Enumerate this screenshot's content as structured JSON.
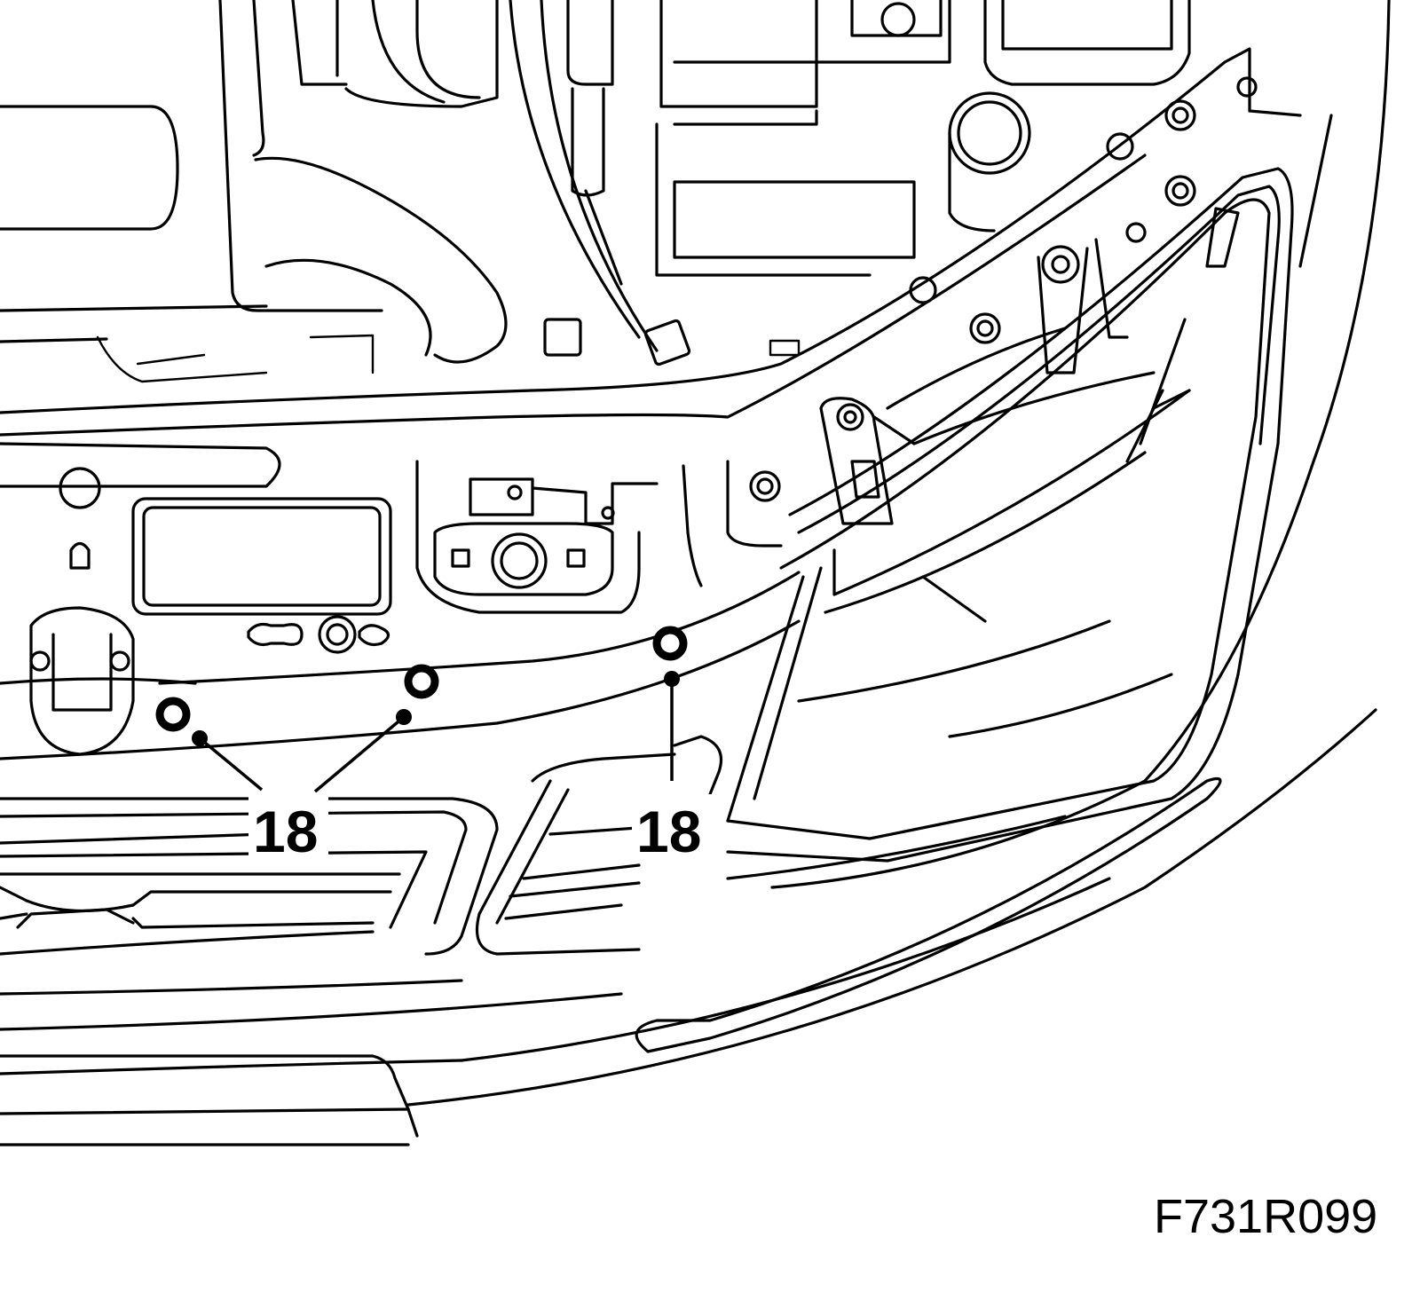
{
  "figure": {
    "id": "F731R099"
  },
  "callouts": [
    {
      "label": "18"
    },
    {
      "label": "18"
    }
  ]
}
